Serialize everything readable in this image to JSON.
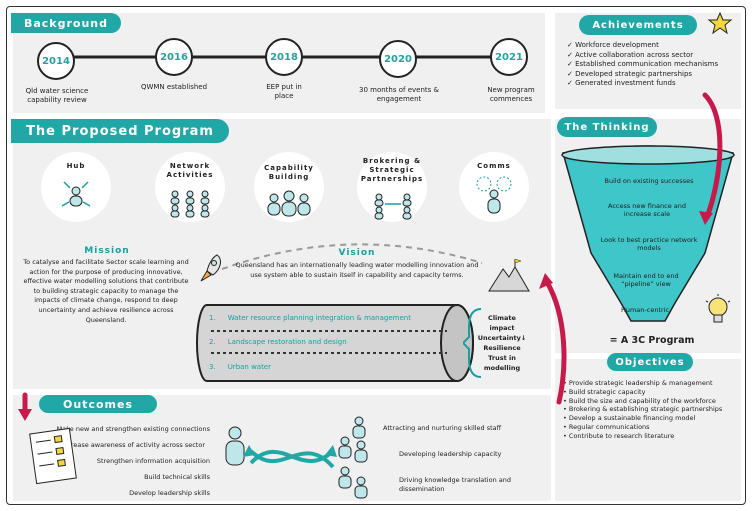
{
  "background": {
    "title": "Background",
    "timeline": [
      {
        "year": "2014",
        "label": "Qld water science capability review"
      },
      {
        "year": "2016",
        "label": "QWMN established"
      },
      {
        "year": "2018",
        "label": "EEP put in place"
      },
      {
        "year": "2020",
        "label": "30 months of events & engagement"
      },
      {
        "year": "2021",
        "label": "New program commences"
      }
    ]
  },
  "achievements": {
    "title": "Achievements",
    "items": [
      "Workforce development",
      "Active collaboration across sector",
      "Established communication mechanisms",
      "Developed strategic partnerships",
      "Generated investment funds"
    ]
  },
  "program": {
    "title": "The Proposed Program",
    "components": [
      "Hub",
      "Network Activities",
      "Capability Building",
      "Brokering & Strategic Partnerships",
      "Comms"
    ]
  },
  "mission": {
    "title": "Mission",
    "text": "To catalyse and facilitate Sector scale learning and action for the purpose of producing innovative, effective water modelling solutions that contribute to building strategic capacity to manage the impacts of climate change, respond to deep uncertainty and achieve resilience across Queensland."
  },
  "vision": {
    "title": "Vision",
    "text": "Queensland has an internationally leading water modelling innovation and use system able to sustain itself in capability and capacity terms."
  },
  "pipeline": {
    "items": [
      {
        "num": "1.",
        "label": "Water resource planning integration & management"
      },
      {
        "num": "2.",
        "label": "Landscape restoration and design"
      },
      {
        "num": "3.",
        "label": "Urban water"
      }
    ],
    "outputs": [
      "Climate impact",
      "Uncertainty",
      "Resilience",
      "Trust in modelling"
    ]
  },
  "thinking": {
    "title": "The Thinking",
    "funnel": [
      "Build on existing successes",
      "Access new finance and increase scale",
      "Look to best practice network models",
      "Maintain end to end “pipeline” view",
      "Human-centric"
    ],
    "result": "= A 3C Program"
  },
  "objectives": {
    "title": "Objectives",
    "items": [
      "Provide strategic leadership & management",
      "Build strategic capacity",
      "Build the size and capability of the workforce",
      "Brokering & establishing strategic partnerships",
      "Develop a sustainable financing model",
      "Regular communications",
      "Contribute to research literature"
    ]
  },
  "outcomes": {
    "title": "Outcomes",
    "left": [
      "Make new and strengthen existing connections",
      "Increase awareness of activity across sector",
      "Strengthen information acquisition",
      "Build technical skills",
      "Develop leadership skills"
    ],
    "right": [
      "Attracting and nurturing skilled staff",
      "Developing leadership capacity",
      "Driving knowledge translation and dissemination"
    ]
  },
  "colors": {
    "teal": "#22a7a7",
    "arrow": "#c8194b",
    "panel": "#f0f0f0"
  }
}
